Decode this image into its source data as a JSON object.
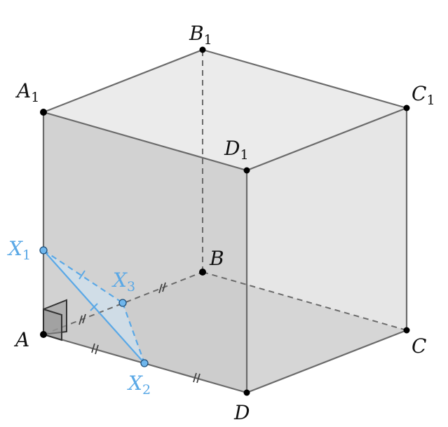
{
  "figure": {
    "vertices": {
      "A": {
        "name": "A",
        "sub": ""
      },
      "B": {
        "name": "B",
        "sub": ""
      },
      "C": {
        "name": "C",
        "sub": ""
      },
      "D": {
        "name": "D",
        "sub": ""
      },
      "A1": {
        "name": "A",
        "sub": "1"
      },
      "B1": {
        "name": "B",
        "sub": "1"
      },
      "C1": {
        "name": "C",
        "sub": "1"
      },
      "D1": {
        "name": "D",
        "sub": "1"
      }
    },
    "points": {
      "X1": {
        "name": "X",
        "sub": "1"
      },
      "X2": {
        "name": "X",
        "sub": "2"
      },
      "X3": {
        "name": "X",
        "sub": "3"
      }
    },
    "colors": {
      "edge": "#6b6b6b",
      "hidden_edge": "#6b6b6b",
      "accent": "#5aa8e6",
      "vertex": "#000000",
      "face_light": "#ececec",
      "face_front": "#cfcfcf",
      "face_bottom": "#c4c4c4",
      "triangle_fill": "#cfe0ee"
    }
  }
}
